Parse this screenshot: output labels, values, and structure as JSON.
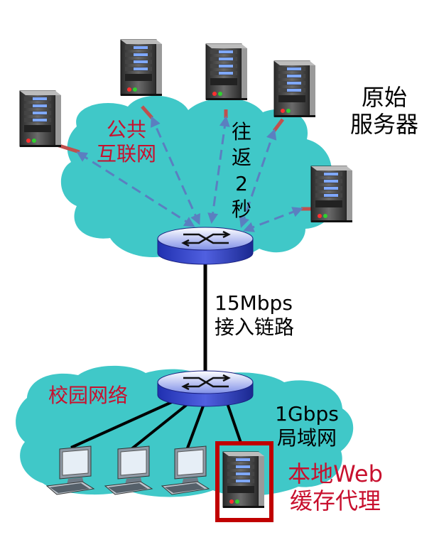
{
  "public_internet": {
    "label_line1": "公共",
    "label_line2": "互联网",
    "color": "#c8102e"
  },
  "origin_servers": {
    "label_line1": "原始",
    "label_line2": "服务器",
    "count": 5
  },
  "rtt": {
    "chars": [
      "往",
      "返",
      "2",
      "秒"
    ]
  },
  "access_link": {
    "speed": "15Mbps",
    "label": "接入链路"
  },
  "campus": {
    "label": "校园网络",
    "color": "#c8102e"
  },
  "lan": {
    "speed": "1Gbps",
    "label": "局域网"
  },
  "proxy": {
    "label_line1": "本地Web",
    "label_line2": "缓存代理",
    "color": "#c8102e"
  },
  "clients": {
    "count": 3
  },
  "colors": {
    "cloud": "#40c8c8",
    "arrow": "#5b7fc0",
    "server_link": "#c0504d",
    "router": "#3b4fd0"
  }
}
